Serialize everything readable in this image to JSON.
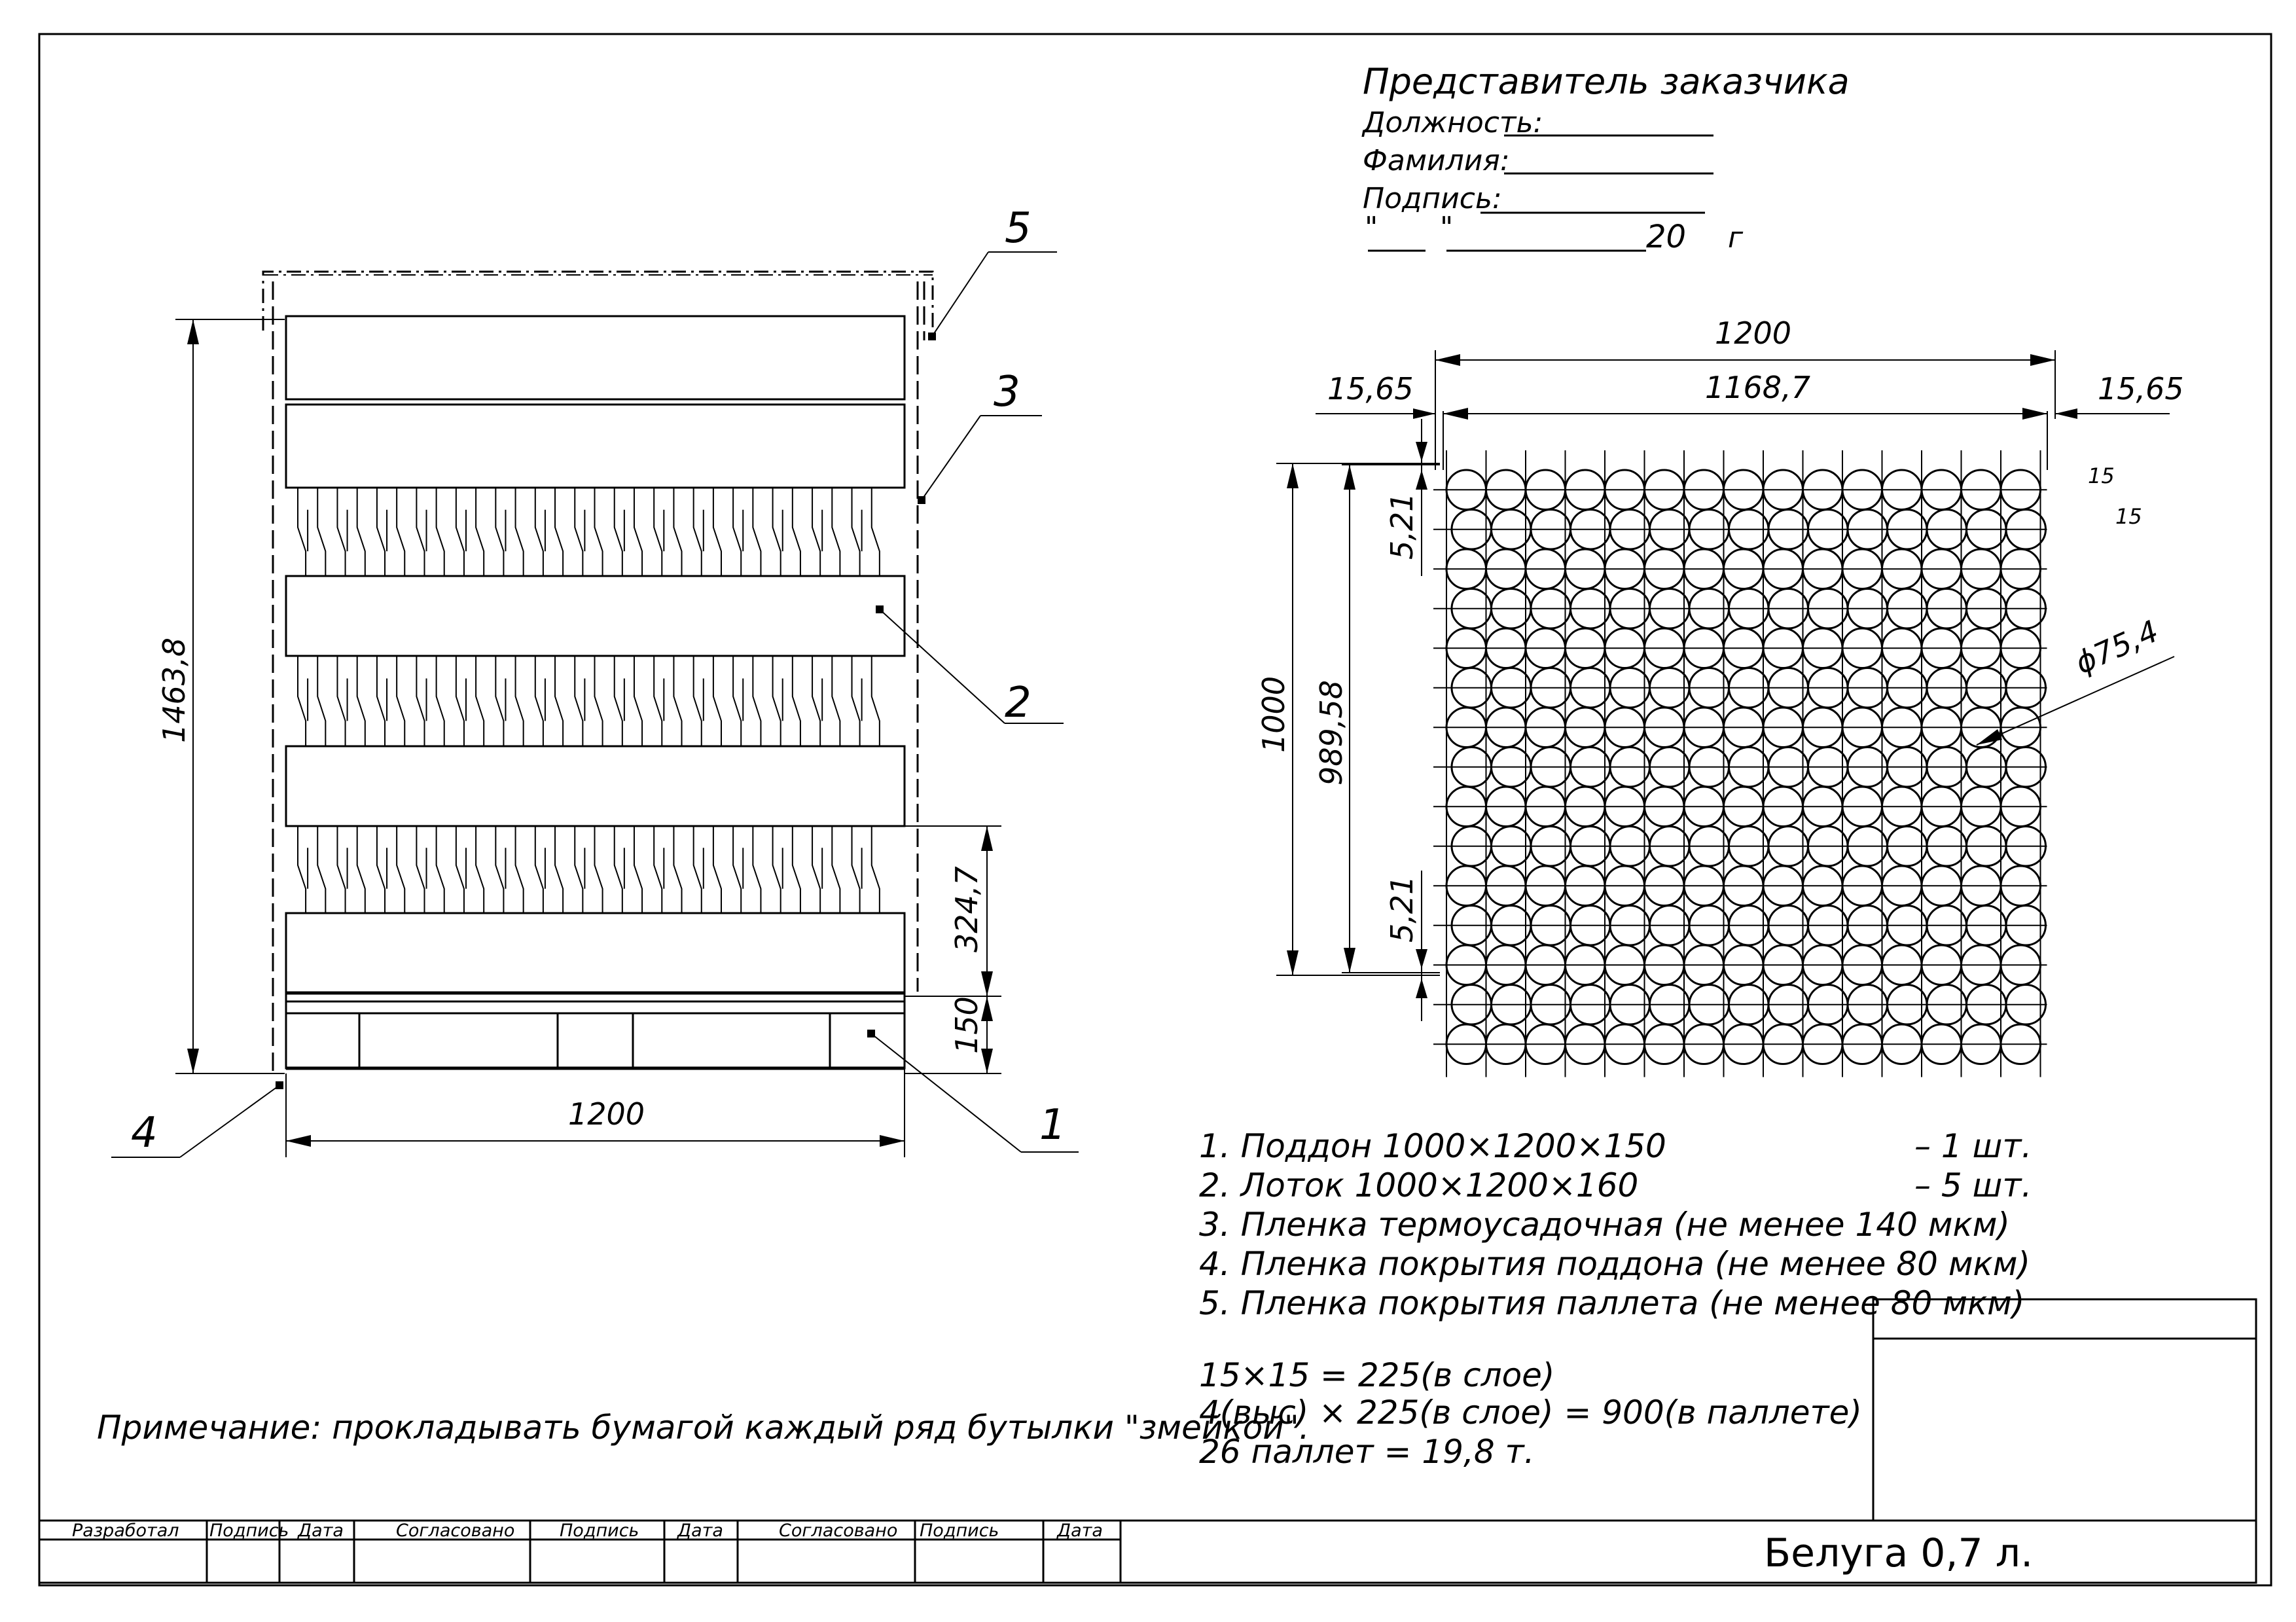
{
  "customer": {
    "title": "Представитель заказчика",
    "position_label": "Должность:",
    "surname_label": "Фамилия:",
    "signature_label": "Подпись:",
    "date_quote_open": "\"",
    "date_quote_close": "\"",
    "year_prefix": "20",
    "year_suffix": "г"
  },
  "side_view": {
    "height_total": "1463,8",
    "width": "1200",
    "layer_height": "324,7",
    "pallet_height": "150",
    "callouts": [
      "1",
      "2",
      "3",
      "4",
      "5"
    ]
  },
  "top_view": {
    "width_total": "1200",
    "width_inner": "1168,7",
    "margin_left": "15,65",
    "margin_right": "15,65",
    "height_total": "1000",
    "height_inner": "989,58",
    "gap_top": "5,21",
    "gap_bottom": "5,21",
    "count_cols": "15",
    "count_rows": "15",
    "diameter": "ϕ75,4",
    "grid": {
      "rows": 15,
      "cols": 15
    }
  },
  "spec": {
    "items": [
      {
        "text": "1.  Поддон 1000×1200×150",
        "qty": "–  1 шт."
      },
      {
        "text": "2.  Лоток 1000×1200×160",
        "qty": "–  5 шт."
      },
      {
        "text": "3.  Пленка термоусадочная (не менее 140 мкм)",
        "qty": ""
      },
      {
        "text": "4.  Пленка покрытия поддона (не менее 80 мкм)",
        "qty": ""
      },
      {
        "text": "5.  Пленка покрытия паллета (не менее 80 мкм)",
        "qty": ""
      }
    ],
    "calc": [
      "15×15 = 225(в слое)",
      "4(выс) × 225(в слое) = 900(в паллете)",
      "26 паллет = 19,8 т."
    ]
  },
  "note": "Примечание: прокладывать бумагой каждый ряд бутылки \"змейкой\".",
  "title_block": {
    "headers": [
      "Разработал",
      "Подпись",
      "Дата",
      "Согласовано",
      "Подпись",
      "Дата",
      "Согласовано",
      "Подпись",
      "Дата"
    ],
    "product_name": "Белуга 0,7 л."
  }
}
